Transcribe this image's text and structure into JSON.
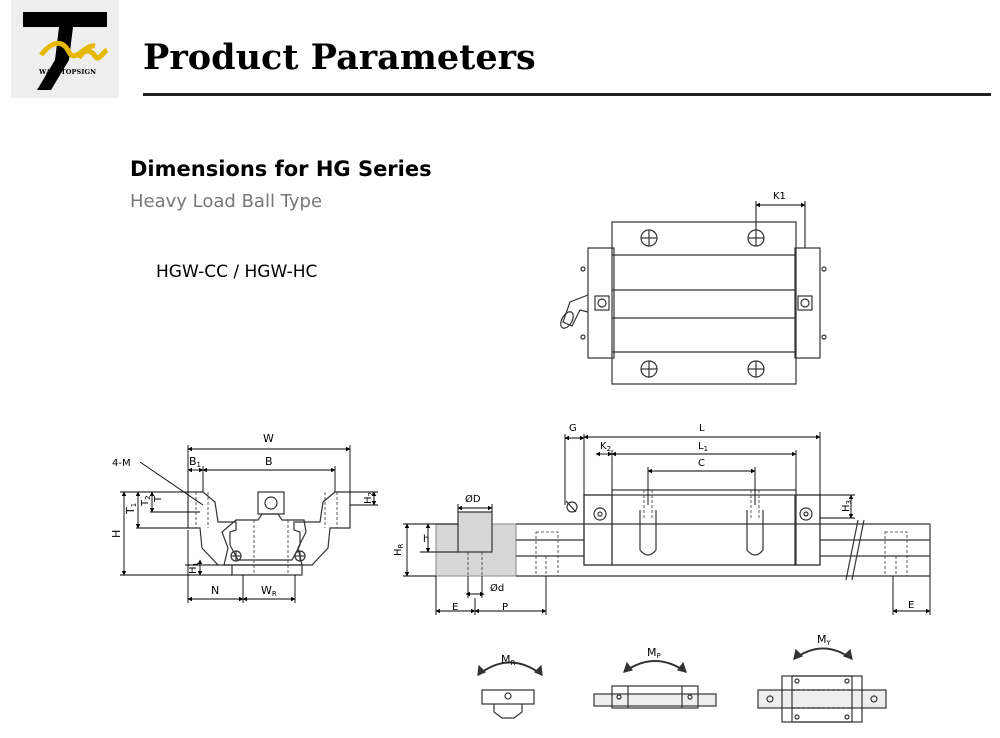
{
  "header": {
    "title": "Product Parameters",
    "logo_text": "WAVETOPSIGN"
  },
  "section": {
    "title": "Dimensions for HG Series",
    "subtitle": "Heavy Load Ball Type",
    "model": "HGW-CC / HGW-HC"
  },
  "labels": {
    "k1": "K1",
    "w": "W",
    "four_m": "4-M",
    "b1": "B",
    "b1_sub": "1",
    "b": "B",
    "t1": "T",
    "t1_sub": "1",
    "t": "T",
    "t2": "T",
    "t2_sub": "2",
    "h": "H",
    "h1": "H",
    "h1_sub": "1",
    "h2": "H",
    "h2_sub": "2",
    "n": "N",
    "wr": "W",
    "wr_sub": "R",
    "g": "G",
    "l": "L",
    "k2": "K",
    "k2_sub": "2",
    "l1": "L",
    "l1_sub": "1",
    "c": "C",
    "od_big": "ØD",
    "hr": "H",
    "hr_sub": "R",
    "h_small": "h",
    "od_small": "Ød",
    "e_left": "E",
    "p": "P",
    "h3": "H",
    "h3_sub": "3",
    "e_right": "E",
    "mr": "M",
    "mr_sub": "R",
    "mp": "M",
    "mp_sub": "P",
    "my": "M",
    "my_sub": "Y"
  }
}
